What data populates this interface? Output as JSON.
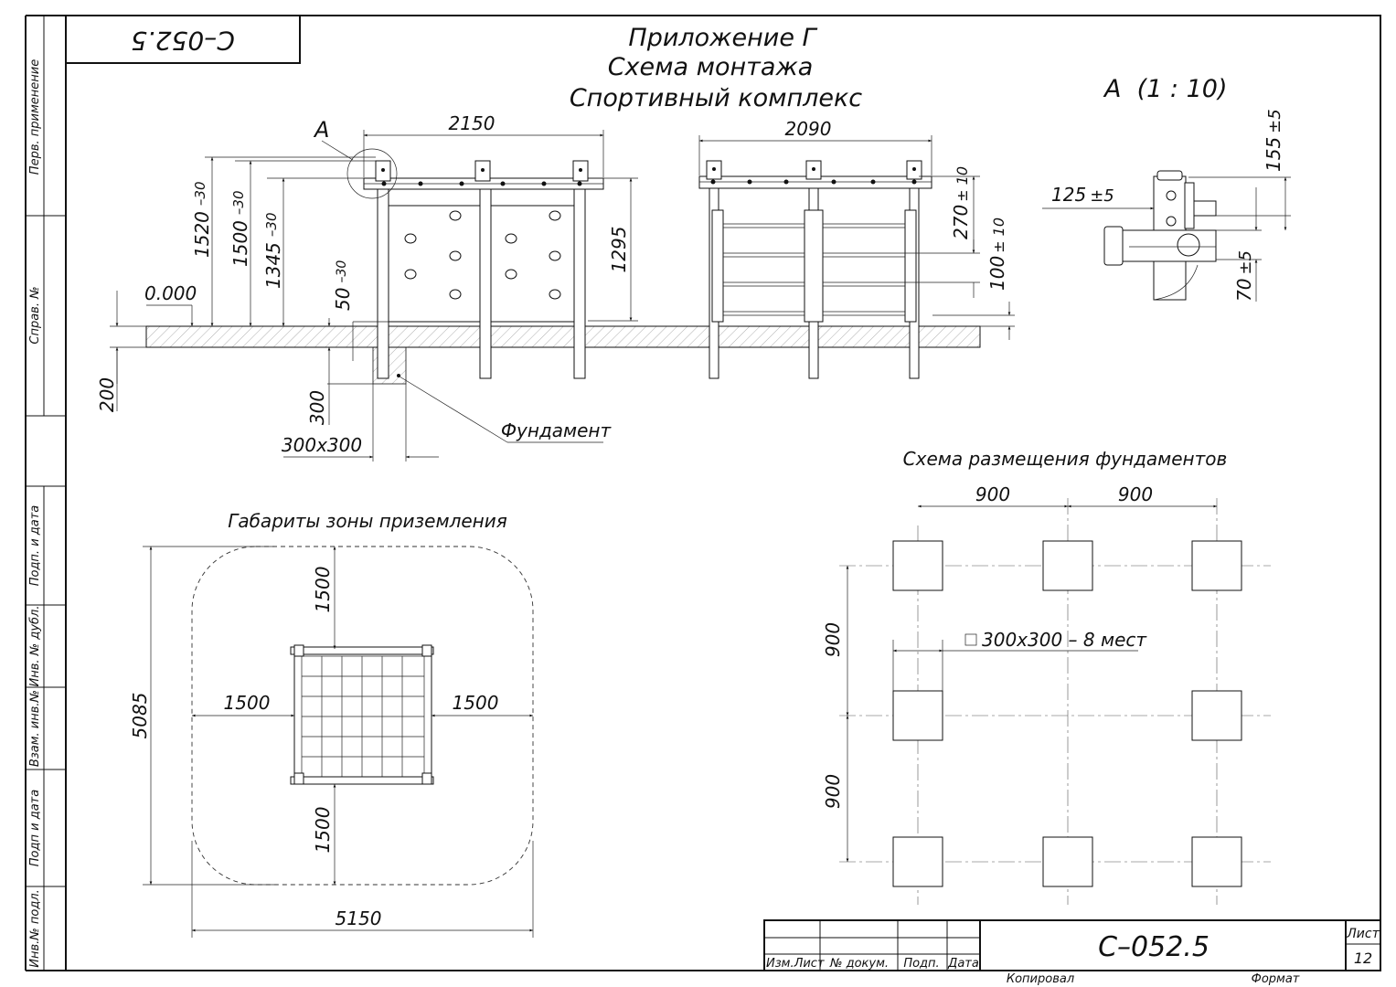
{
  "drawing_code": "С–052.5",
  "title": {
    "line1": "Приложение Г",
    "line2": "Схема монтажа",
    "line3": "Спортивный комплекс"
  },
  "side_labels": {
    "perv": "Перв. применение",
    "sprav": "Справ. №",
    "podp1": "Подп. и дата",
    "inv_dubl": "Инв. № дубл.",
    "vzam": "Взам. инв.№",
    "podp2": "Подп и дата",
    "inv_podl": "Инв.№ подл."
  },
  "detail": {
    "callout": "A",
    "title": "A  (1 : 10)",
    "dim_155": "155",
    "tol_155": "±5",
    "dim_125": "125",
    "tol_125": "±5",
    "dim_70": "70",
    "tol_70": "±5"
  },
  "front_view": {
    "width": "2150",
    "h1": "1520",
    "h1_tol": "–30",
    "h2": "1500",
    "h2_tol": "–30",
    "h3": "1345",
    "h3_tol": "–30",
    "h_right": "1295",
    "level": "0.000",
    "d50": "50",
    "d50_tol": "–30",
    "d200": "200",
    "d300": "300",
    "foundation_size": "300х300",
    "foundation_label": "Фундамент"
  },
  "side_view": {
    "width": "2090",
    "d270": "270",
    "d270_tol": "± 10",
    "d100": "100",
    "d100_tol": "± 10"
  },
  "landing_zone": {
    "title": "Габариты зоны приземления",
    "width": "5150",
    "height": "5085",
    "top": "1500",
    "bottom": "1500",
    "left": "1500",
    "right": "1500"
  },
  "foundation_plan": {
    "title": "Схема размещения фундаментов",
    "dx1": "900",
    "dx2": "900",
    "dy1": "900",
    "dy2": "900",
    "note": "300х300 – 8 мест"
  },
  "title_block": {
    "code": "С–052.5",
    "izm": "Изм.",
    "list": "Лист",
    "doc": "№ докум.",
    "podp": "Подп.",
    "data": "Дата",
    "sheet_label": "Лист",
    "sheet_num": "12",
    "kopiroval": "Копировал",
    "format": "Формат"
  }
}
